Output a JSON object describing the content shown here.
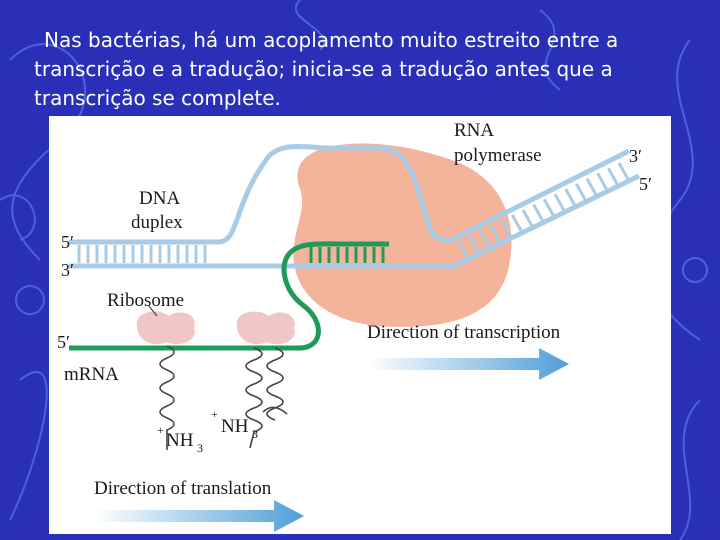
{
  "caption": {
    "line1": "Nas bactérias, há um acoplamento muito estreito entre a",
    "line2": "transcrição e a tradução; inicia-se a tradução antes que a",
    "line3": "transcrição se complete."
  },
  "diagram": {
    "rna_polymerase_line1": "RNA",
    "rna_polymerase_line2": "polymerase",
    "dna_duplex_line1": "DNA",
    "dna_duplex_line2": "duplex",
    "left_5prime": "5′",
    "left_3prime": "3′",
    "right_3prime": "3′",
    "right_5prime": "5′",
    "ribosome": "Ribosome",
    "mrna_5prime": "5′",
    "mrna": "mRNA",
    "direction_transcription": "Direction of transcription",
    "direction_translation": "Direction of translation",
    "nh3_left_sup": "+",
    "nh3_left": "NH",
    "nh3_left_sub": "3",
    "nh3_right_sup": "+",
    "nh3_right": "NH",
    "nh3_right_sub": "3"
  },
  "colors": {
    "background": "#2a2fb8",
    "dna_strand": "#a9cbe6",
    "mrna_strand": "#1f9a5a",
    "polymerase": "#f4b39b",
    "ribosome": "#f1c6c4",
    "arrow": "#5aa6dc"
  }
}
